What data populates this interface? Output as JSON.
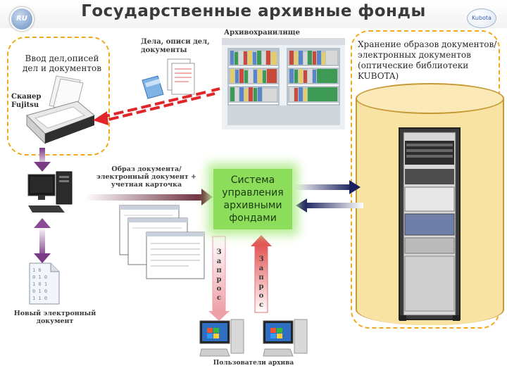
{
  "header": {
    "title": "Государственные архивные фонды",
    "logo_left_text": "RU",
    "logo_right_text": "Kubota"
  },
  "labels": {
    "input": "Ввод дел,описей дел и документов",
    "cases": "Дела, описи дел, документы",
    "archive": "Архивохранилище",
    "scanner": "Сканер Fujitsu",
    "image": "Образ документа/электронный документ + учетная карточка",
    "new_doc": "Новый электронный документ",
    "users": "Пользователи архива",
    "storage": "Хранение образов документов/электронных документов (оптические библиотеки KUBOTA)"
  },
  "central": {
    "text": "Система управления архивными фондами"
  },
  "requests": {
    "left_letters": [
      "З",
      "а",
      "п",
      "р",
      "о",
      "с"
    ],
    "right_letters": [
      "З",
      "а",
      "п",
      "р",
      "о",
      "с"
    ]
  },
  "colors": {
    "accent_orange": "#f2a91c",
    "central_green": "#8cdd5a",
    "cylinder_fill": "#f8e3a2",
    "arrow_red": "#e0262a",
    "arrow_purple": "#7b3a86",
    "arrow_navy": "#1c2260"
  }
}
